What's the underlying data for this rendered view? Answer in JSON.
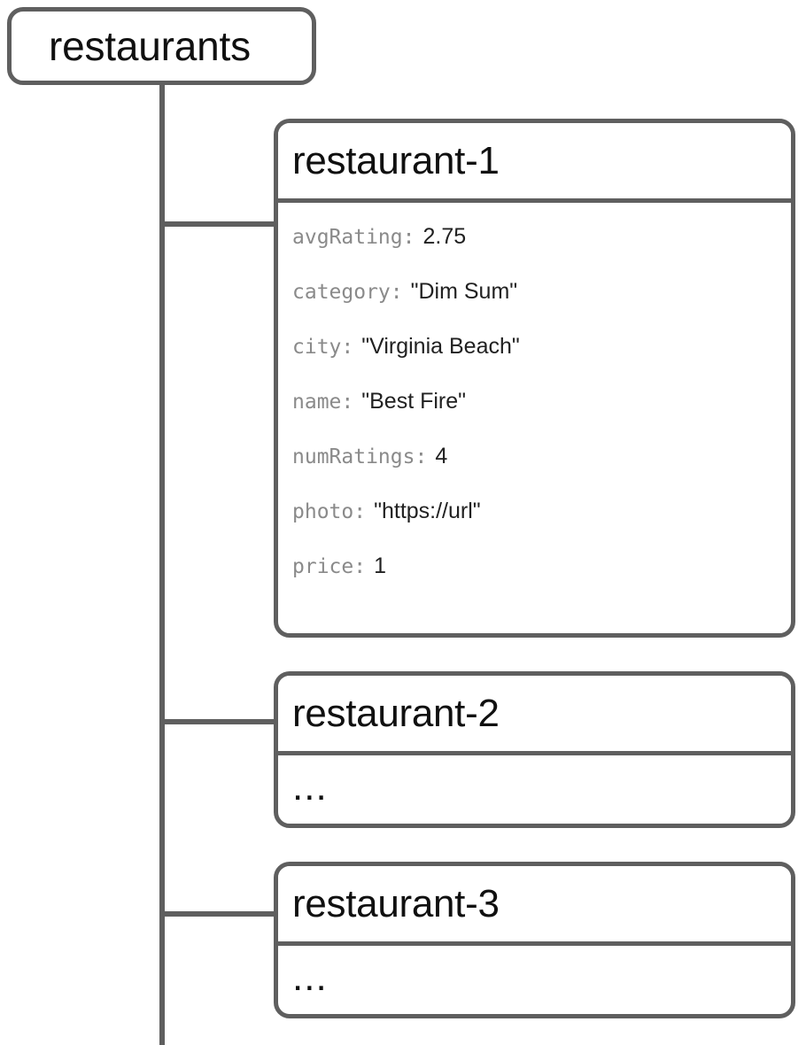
{
  "root": {
    "label": "restaurants"
  },
  "documents": [
    {
      "id": "restaurant-1",
      "fields": [
        {
          "key": "avgRating:",
          "value": "2.75"
        },
        {
          "key": "category:",
          "value": "\"Dim Sum\""
        },
        {
          "key": "city:",
          "value": "\"Virginia Beach\""
        },
        {
          "key": "name:",
          "value": "\"Best Fire\""
        },
        {
          "key": "numRatings:",
          "value": "4"
        },
        {
          "key": "photo:",
          "value": "\"https://url\""
        },
        {
          "key": "price:",
          "value": "1"
        }
      ],
      "ellipsis": ""
    },
    {
      "id": "restaurant-2",
      "fields": [],
      "ellipsis": "..."
    },
    {
      "id": "restaurant-3",
      "fields": [],
      "ellipsis": "..."
    }
  ],
  "colors": {
    "line": "#5f5f5f",
    "title_text": "#101010",
    "field_key": "#8a8a8a",
    "field_value": "#212121",
    "background": "#ffffff"
  }
}
